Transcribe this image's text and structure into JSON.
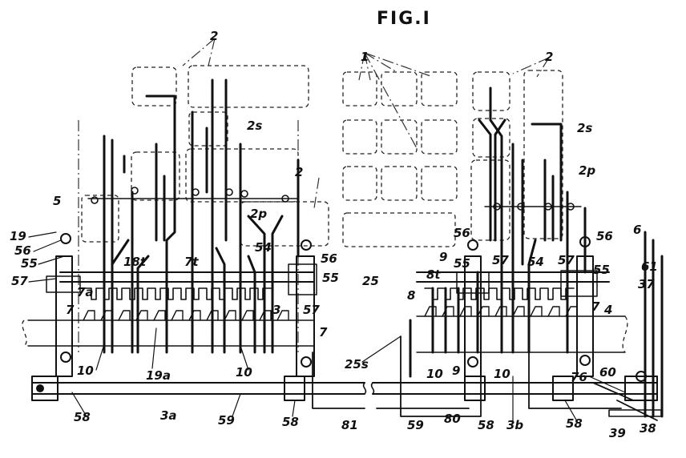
{
  "figure": {
    "title": "FIG.I"
  },
  "labels": [
    {
      "id": "2-left-1",
      "text": "2"
    },
    {
      "id": "1",
      "text": "1"
    },
    {
      "id": "2-right-1",
      "text": "2"
    },
    {
      "id": "2s-left",
      "text": "2s"
    },
    {
      "id": "2s-right",
      "text": "2s"
    },
    {
      "id": "2-left-2",
      "text": "2"
    },
    {
      "id": "2p-left",
      "text": "2p"
    },
    {
      "id": "2p-right",
      "text": "2p"
    },
    {
      "id": "5",
      "text": "5"
    },
    {
      "id": "19",
      "text": "19"
    },
    {
      "id": "56-left",
      "text": "56"
    },
    {
      "id": "55-left",
      "text": "55"
    },
    {
      "id": "57-left",
      "text": "57"
    },
    {
      "id": "7a",
      "text": "7a"
    },
    {
      "id": "7-left",
      "text": "7"
    },
    {
      "id": "18t",
      "text": "18t"
    },
    {
      "id": "7t",
      "text": "7t"
    },
    {
      "id": "54-left",
      "text": "54"
    },
    {
      "id": "56-mid",
      "text": "56"
    },
    {
      "id": "55-mid",
      "text": "55"
    },
    {
      "id": "25",
      "text": "25"
    },
    {
      "id": "3",
      "text": "3"
    },
    {
      "id": "57-mid",
      "text": "57"
    },
    {
      "id": "7-mid",
      "text": "7"
    },
    {
      "id": "10-left",
      "text": "10"
    },
    {
      "id": "19a",
      "text": "19a"
    },
    {
      "id": "10-mid",
      "text": "10"
    },
    {
      "id": "25s",
      "text": "25s"
    },
    {
      "id": "56-r1",
      "text": "56"
    },
    {
      "id": "9-top",
      "text": "9"
    },
    {
      "id": "8t",
      "text": "8t"
    },
    {
      "id": "55-r",
      "text": "55"
    },
    {
      "id": "57-r1",
      "text": "57"
    },
    {
      "id": "54-r",
      "text": "54"
    },
    {
      "id": "57-r2",
      "text": "57"
    },
    {
      "id": "56-r2",
      "text": "56"
    },
    {
      "id": "55-r2",
      "text": "55"
    },
    {
      "id": "6",
      "text": "6"
    },
    {
      "id": "61",
      "text": "61"
    },
    {
      "id": "37",
      "text": "37"
    },
    {
      "id": "8",
      "text": "8"
    },
    {
      "id": "7-r",
      "text": "7"
    },
    {
      "id": "4",
      "text": "4"
    },
    {
      "id": "10-r1",
      "text": "10"
    },
    {
      "id": "9-bot",
      "text": "9"
    },
    {
      "id": "10-r2",
      "text": "10"
    },
    {
      "id": "76",
      "text": "76"
    },
    {
      "id": "60",
      "text": "60"
    },
    {
      "id": "58-a",
      "text": "58"
    },
    {
      "id": "3a",
      "text": "3a"
    },
    {
      "id": "59-a",
      "text": "59"
    },
    {
      "id": "58-b",
      "text": "58"
    },
    {
      "id": "81",
      "text": "81"
    },
    {
      "id": "59-b",
      "text": "59"
    },
    {
      "id": "80",
      "text": "80"
    },
    {
      "id": "58-c",
      "text": "58"
    },
    {
      "id": "3b",
      "text": "3b"
    },
    {
      "id": "58-d",
      "text": "58"
    },
    {
      "id": "39",
      "text": "39"
    },
    {
      "id": "38",
      "text": "38"
    }
  ]
}
